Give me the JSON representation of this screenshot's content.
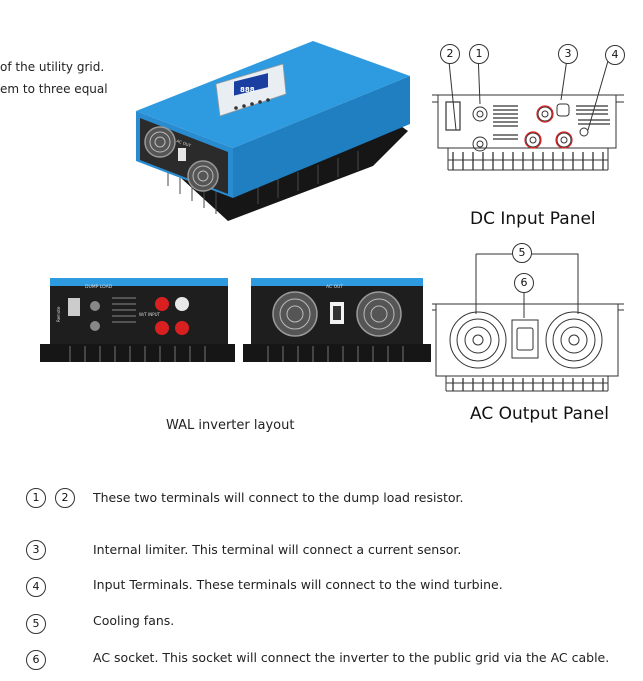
{
  "intro_lines": [
    "of the utility grid.",
    "em to three equal"
  ],
  "panel_titles": {
    "dc": "DC Input Panel",
    "ac": "AC Output Panel"
  },
  "caption": "WAL inverter layout",
  "photo_labels": {
    "dump_load": "DUMP LOAD",
    "remote": "Remote",
    "wt_input": "W/T INPUT",
    "ac_out_side": "AC OUT",
    "ac_out_back": "AC OUT",
    "lcd": "888"
  },
  "callouts": {
    "c1": "1",
    "c2": "2",
    "c3": "3",
    "c4": "4",
    "c5": "5",
    "c6": "6"
  },
  "legend": [
    {
      "markers": [
        "1",
        "2"
      ],
      "text": "These two terminals will connect to the dump load resistor."
    },
    {
      "markers": [
        "3"
      ],
      "text": "Internal limiter. This terminal will connect a current sensor."
    },
    {
      "markers": [
        "4"
      ],
      "text": "Input Terminals. These terminals will connect to the wind turbine."
    },
    {
      "markers": [
        "5"
      ],
      "text": "Cooling fans."
    },
    {
      "markers": [
        "6"
      ],
      "text": "AC socket. This socket will connect the inverter to the public grid via the AC cable."
    }
  ],
  "colors": {
    "housing_blue": "#2e9be0",
    "heatsink": "#1c1c1c",
    "terminal_red": "#d82020"
  }
}
